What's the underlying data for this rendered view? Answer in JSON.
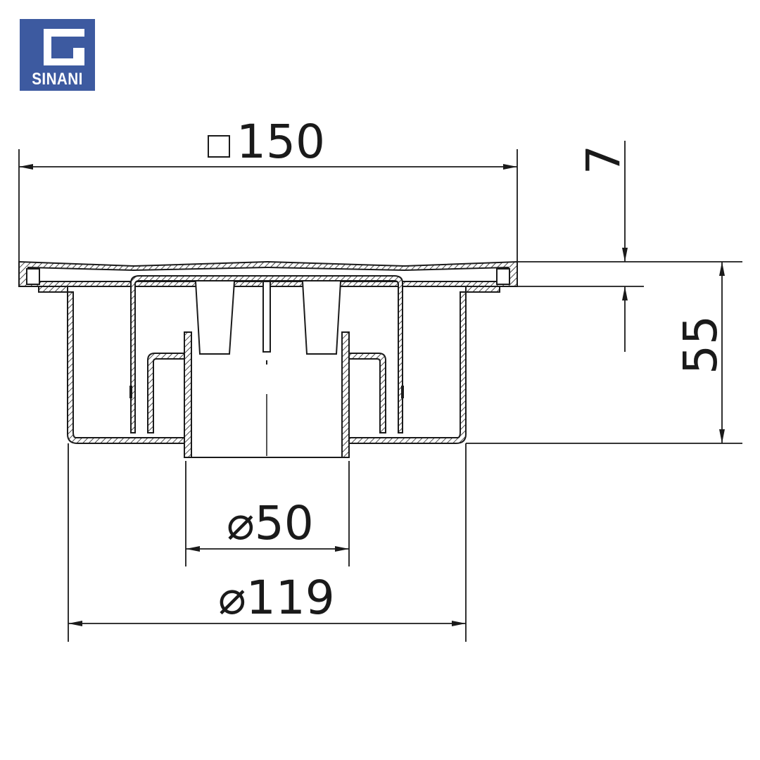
{
  "brand": {
    "name": "SINANI",
    "color": "#3d5aa0"
  },
  "dimensions": {
    "square_width": {
      "symbol": "square",
      "value": "150"
    },
    "flange_height": "7",
    "total_height": "55",
    "outlet_diameter": "⌀50",
    "body_diameter": "⌀119"
  },
  "colors": {
    "line": "#1a1a1a",
    "hatch": "#1a1a1a",
    "background": "#ffffff"
  }
}
